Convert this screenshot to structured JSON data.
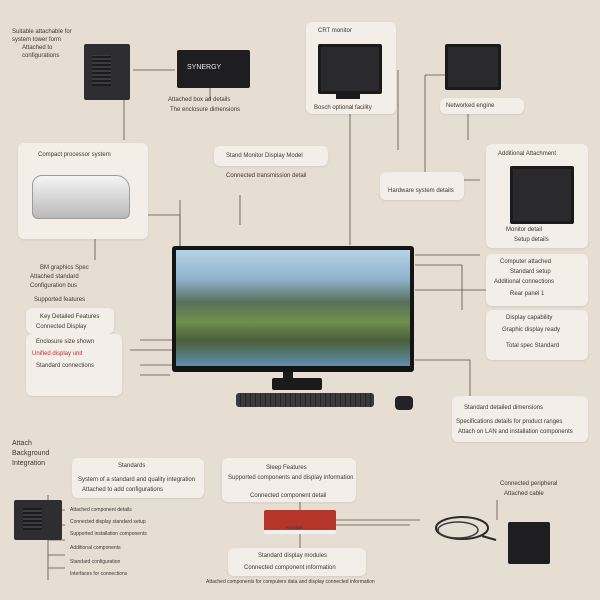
{
  "top_left": {
    "lines": [
      "Suitable attachable for",
      "system tower form",
      "Attached to",
      "configurations"
    ]
  },
  "top_center_box": {
    "label": "SYNERGY"
  },
  "top_center_caption": [
    "Attached box ad details",
    "The enclosure dimensions"
  ],
  "top_monitor_card": {
    "title": "CRT monitor",
    "caption": "Bosch optional facility"
  },
  "top_right": {
    "caption": "Networked engine"
  },
  "left_card": {
    "title": "Compact processor system"
  },
  "center_label_card": {
    "title": "Stand Monitor Display Model"
  },
  "center_caption": "Connected transmission detail",
  "right_label_card": {
    "caption": "Hardware system details"
  },
  "right_monitor_card": {
    "lines": [
      "Additional Attachment",
      "Monitor detail",
      "Setup details"
    ]
  },
  "left_side": {
    "lines": [
      "BM graphics Spec",
      "Attached standard",
      "Configuration bus",
      "Supported features"
    ]
  },
  "left_feature_card": {
    "title": "Key Detailed Features",
    "lines": [
      "Connected Display",
      "Enclosure size shown",
      "Unified display unit",
      "Standard connections"
    ]
  },
  "right_side_card": {
    "lines": [
      "Computer attached",
      "Standard setup",
      "Additional connections",
      "Rear panel 1"
    ]
  },
  "right_lower_card": {
    "lines": [
      "Display capability",
      "Graphic display ready",
      "Total spec Standard"
    ]
  },
  "right_bottom_card": {
    "title": "Standard detailed dimensions",
    "lines": [
      "Specifications details for product ranges",
      "Attach on LAN and installation components"
    ]
  },
  "bottom_left_label": {
    "lines": [
      "Attach",
      "Background",
      "Integration"
    ]
  },
  "bottom_system_card": {
    "title": "Standards",
    "lines": [
      "System of a standard and quality integration",
      "Attached to add configurations"
    ]
  },
  "bottom_center_card": {
    "title": "Sleep Features",
    "lines": [
      "Supported components and display information",
      "Connected component detail"
    ]
  },
  "bottom_center_box": {
    "label": "ROUTER"
  },
  "bottom_footer_card": {
    "lines": [
      "Standard display modules",
      "Connected component information"
    ]
  },
  "bottom_footer_caption": "Attached components for computers data and display connected information",
  "bottom_left_list": [
    "Attached component details",
    "Connected display standard setup",
    "Supported installation components",
    "Additional components",
    "Standard configuration",
    "Interfaces for connections"
  ],
  "bottom_right": {
    "lines": [
      "Connected peripheral",
      "Attached cable"
    ]
  },
  "colors": {
    "background": "#e6ddd3",
    "card": "#f3eee8",
    "accent": "#b5352b",
    "device": "#2a2a2c"
  }
}
